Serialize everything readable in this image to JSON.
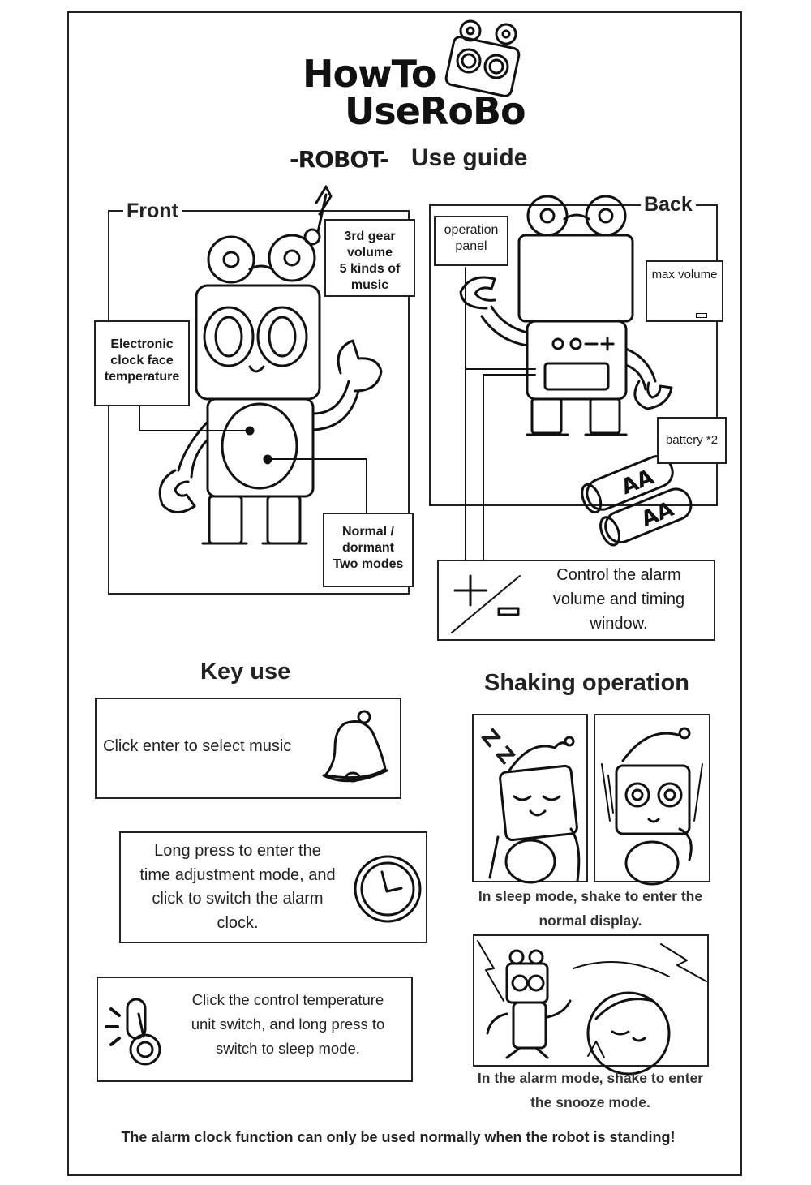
{
  "title": {
    "line1": "HowTo",
    "line2": "UseRoBo",
    "robot_tag": "-ROBOT-",
    "subtitle": "Use guide"
  },
  "front": {
    "heading": "Front",
    "label_volume": [
      "3rd gear",
      "volume",
      "5 kinds of",
      "music"
    ],
    "label_clock": [
      "Electronic",
      "clock face",
      "temperature"
    ],
    "label_modes": [
      "Normal /",
      "dormant",
      "Two modes"
    ]
  },
  "back": {
    "heading": "Back",
    "label_panel": [
      "operation",
      "panel"
    ],
    "label_volume": "max volume",
    "label_battery": "battery *2",
    "battery_text": "AA",
    "control_text": [
      "Control the alarm",
      "volume and timing",
      "window."
    ]
  },
  "key_use": {
    "heading": "Key use",
    "music": "Click enter to select music",
    "time": [
      "Long press to enter the",
      "time adjustment mode, and",
      "click to switch the alarm",
      "clock."
    ],
    "temp": [
      "Click the control temperature",
      "unit switch, and long press to",
      "switch to sleep mode."
    ]
  },
  "shaking": {
    "heading": "Shaking operation",
    "sleep_caption": [
      "In sleep mode, shake to enter the",
      "normal display."
    ],
    "alarm_caption": [
      "In the alarm mode, shake to enter",
      "the snooze mode."
    ],
    "zzz": "Z Z"
  },
  "footer": "The alarm clock function can only be used normally when the robot is standing!"
}
